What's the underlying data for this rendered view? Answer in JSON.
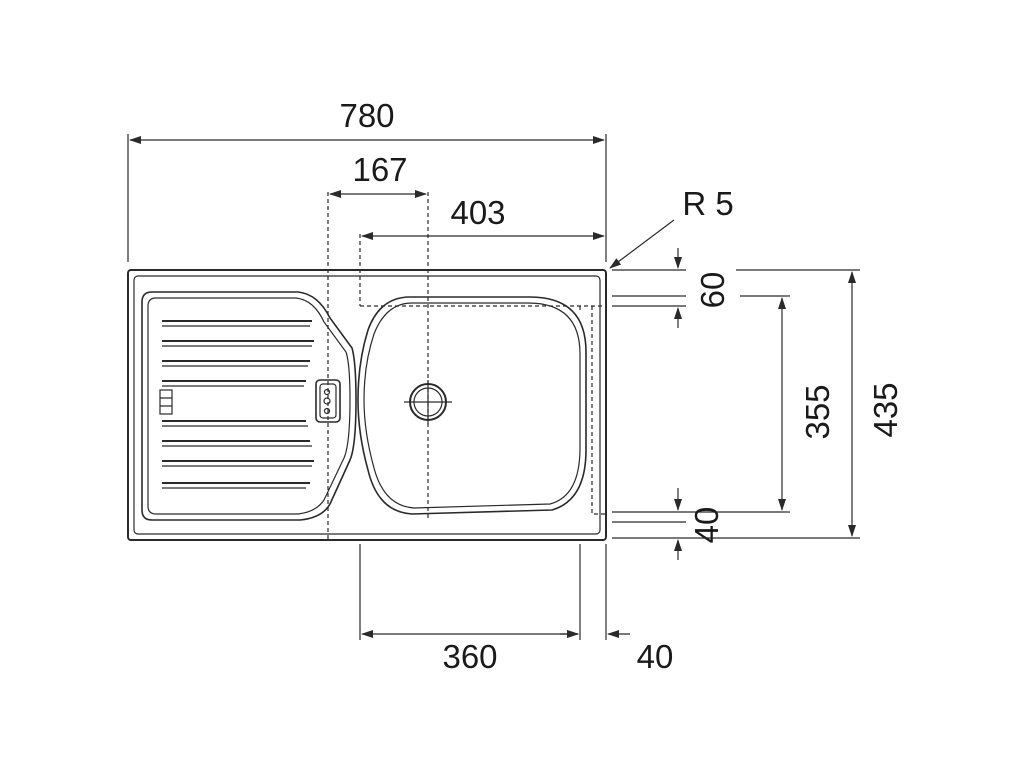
{
  "dimensions": {
    "overall_width": "780",
    "drainer_offset": "167",
    "bowl_offset": "403",
    "corner_radius": "R 5",
    "top_margin": "60",
    "bowl_depth": "355",
    "overall_depth": "435",
    "bottom_margin": "40",
    "bowl_width": "360",
    "side_margin": "40"
  },
  "icons": {
    "sink": "sink-outline",
    "drain": "drain-icon",
    "overflow": "overflow-icon",
    "drainer_ribs": "drainer-grooves"
  }
}
